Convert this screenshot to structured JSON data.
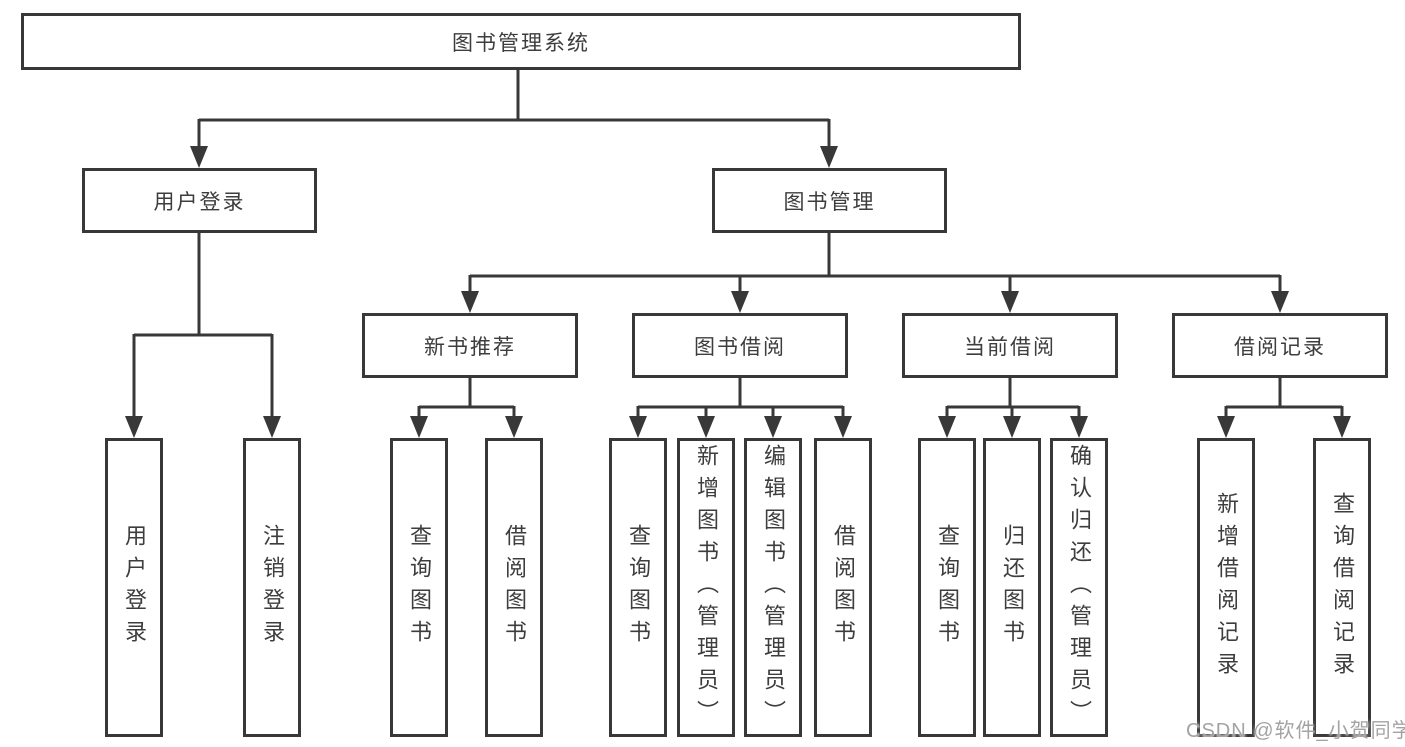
{
  "colors": {
    "line": "#383838",
    "box_border": "#383838",
    "box_fill": "#ffffff",
    "text": "#3d3d3d",
    "background": "#ffffff",
    "watermark_text": "#a3a3a3"
  },
  "nodes": {
    "root": "图书管理系统",
    "level1": [
      {
        "id": "user-login",
        "label": "用户登录",
        "parent": "root"
      },
      {
        "id": "book-management",
        "label": "图书管理",
        "parent": "root"
      }
    ],
    "level2": [
      {
        "id": "new-book-recommend",
        "label": "新书推荐",
        "parent": "book-management"
      },
      {
        "id": "book-borrow",
        "label": "图书借阅",
        "parent": "book-management"
      },
      {
        "id": "current-borrow",
        "label": "当前借阅",
        "parent": "book-management"
      },
      {
        "id": "borrow-records",
        "label": "借阅记录",
        "parent": "book-management"
      }
    ],
    "leaves": [
      {
        "id": "leaf-user-login",
        "label": "用户登录",
        "parent": "user-login"
      },
      {
        "id": "leaf-logout-login",
        "label": "注销登录",
        "parent": "user-login"
      },
      {
        "id": "leaf-query-books-1",
        "label": "查询图书",
        "parent": "new-book-recommend"
      },
      {
        "id": "leaf-borrow-books-1",
        "label": "借阅图书",
        "parent": "new-book-recommend"
      },
      {
        "id": "leaf-query-books-2",
        "label": "查询图书",
        "parent": "book-borrow"
      },
      {
        "id": "leaf-add-books-admin",
        "label": "新增图书（管理员）",
        "parent": "book-borrow"
      },
      {
        "id": "leaf-edit-books-admin",
        "label": "编辑图书（管理员）",
        "parent": "book-borrow"
      },
      {
        "id": "leaf-borrow-books-2",
        "label": "借阅图书",
        "parent": "book-borrow"
      },
      {
        "id": "leaf-query-books-3",
        "label": "查询图书",
        "parent": "current-borrow"
      },
      {
        "id": "leaf-return-books",
        "label": "归还图书",
        "parent": "current-borrow"
      },
      {
        "id": "leaf-confirm-return-admin",
        "label": "确认归还（管理员）",
        "parent": "current-borrow"
      },
      {
        "id": "leaf-add-borrow-record",
        "label": "新增借阅记录",
        "parent": "borrow-records"
      },
      {
        "id": "leaf-query-borrow-record",
        "label": "查询借阅记录",
        "parent": "borrow-records"
      }
    ]
  },
  "watermark": "CSDN @软件_小贺同学"
}
